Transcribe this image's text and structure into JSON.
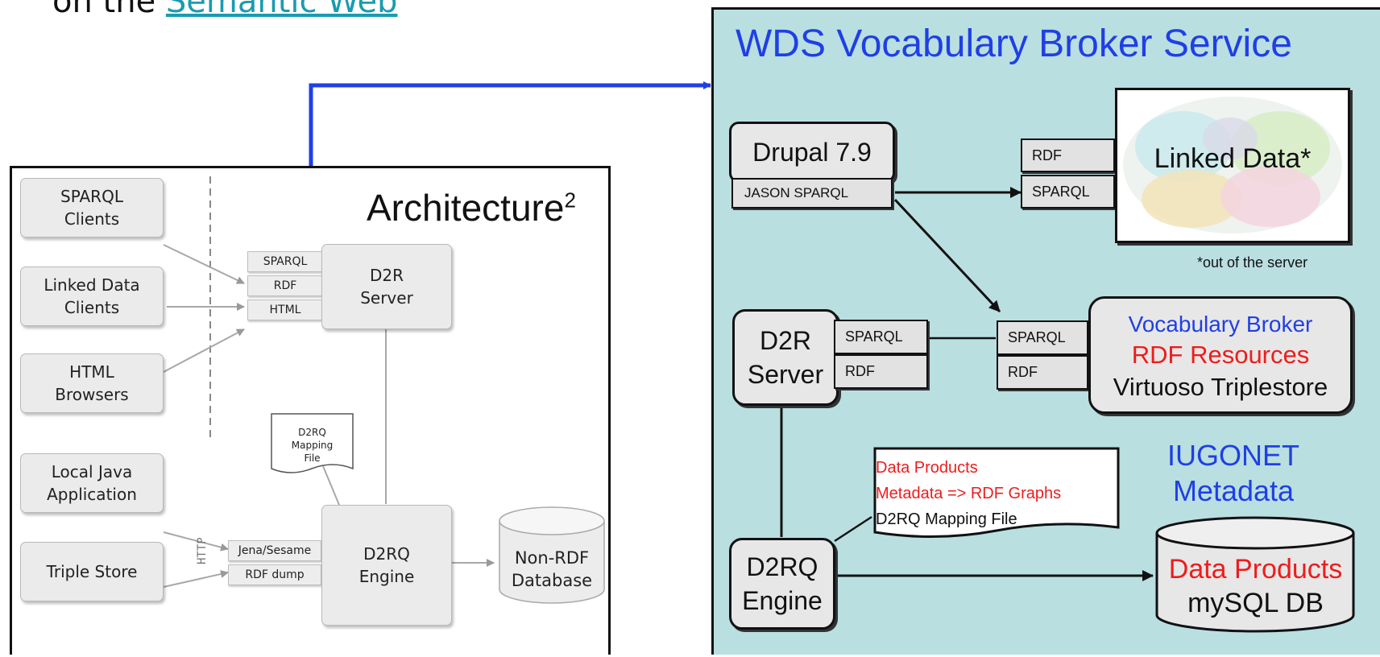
{
  "heading": {
    "prefix": "on the ",
    "link": "Semantic Web"
  },
  "architecture": {
    "title": "Architecture",
    "title_superscript": "2",
    "clients": {
      "sparql": "SPARQL\nClients",
      "linked_data": "Linked Data\nClients",
      "html_browsers": "HTML\nBrowsers",
      "local_java": "Local Java\nApplication",
      "triple_store": "Triple Store"
    },
    "http_label": "HTTP",
    "d2r_ports": [
      "SPARQL",
      "RDF",
      "HTML"
    ],
    "d2r_server": "D2R\nServer",
    "mapping_file": "D2RQ\nMapping\nFile",
    "engine_ports": [
      "Jena/Sesame",
      "RDF dump"
    ],
    "d2rq_engine": "D2RQ\nEngine",
    "database": "Non-RDF\nDatabase"
  },
  "wds": {
    "title": "WDS Vocabulary Broker Service",
    "drupal": {
      "label": "Drupal 7.9",
      "port": "JASON SPARQL"
    },
    "linked_data": {
      "ports": [
        "RDF",
        "SPARQL"
      ],
      "label": "Linked Data*",
      "footnote": "*out of the server"
    },
    "d2r_server": {
      "label": "D2R\nServer",
      "ports": [
        "SPARQL",
        "RDF"
      ]
    },
    "vocab_broker": {
      "ports": [
        "SPARQL",
        "RDF"
      ],
      "line1": "Vocabulary Broker",
      "line2": "RDF Resources",
      "line3": "Virtuoso Triplestore"
    },
    "mapping_note": {
      "line1": "Data Products",
      "line2": "Metadata => RDF Graphs",
      "line3": "D2RQ Mapping File"
    },
    "iugonet": "IUGONET\nMetadata",
    "d2rq_engine": "D2RQ\nEngine",
    "database": {
      "line1": "Data Products",
      "line2": "mySQL DB"
    }
  },
  "colors": {
    "blue": "#1f3fe6",
    "red": "#ee1c1c",
    "panel": "#b9dfe1",
    "link": "#1a9bb0"
  }
}
